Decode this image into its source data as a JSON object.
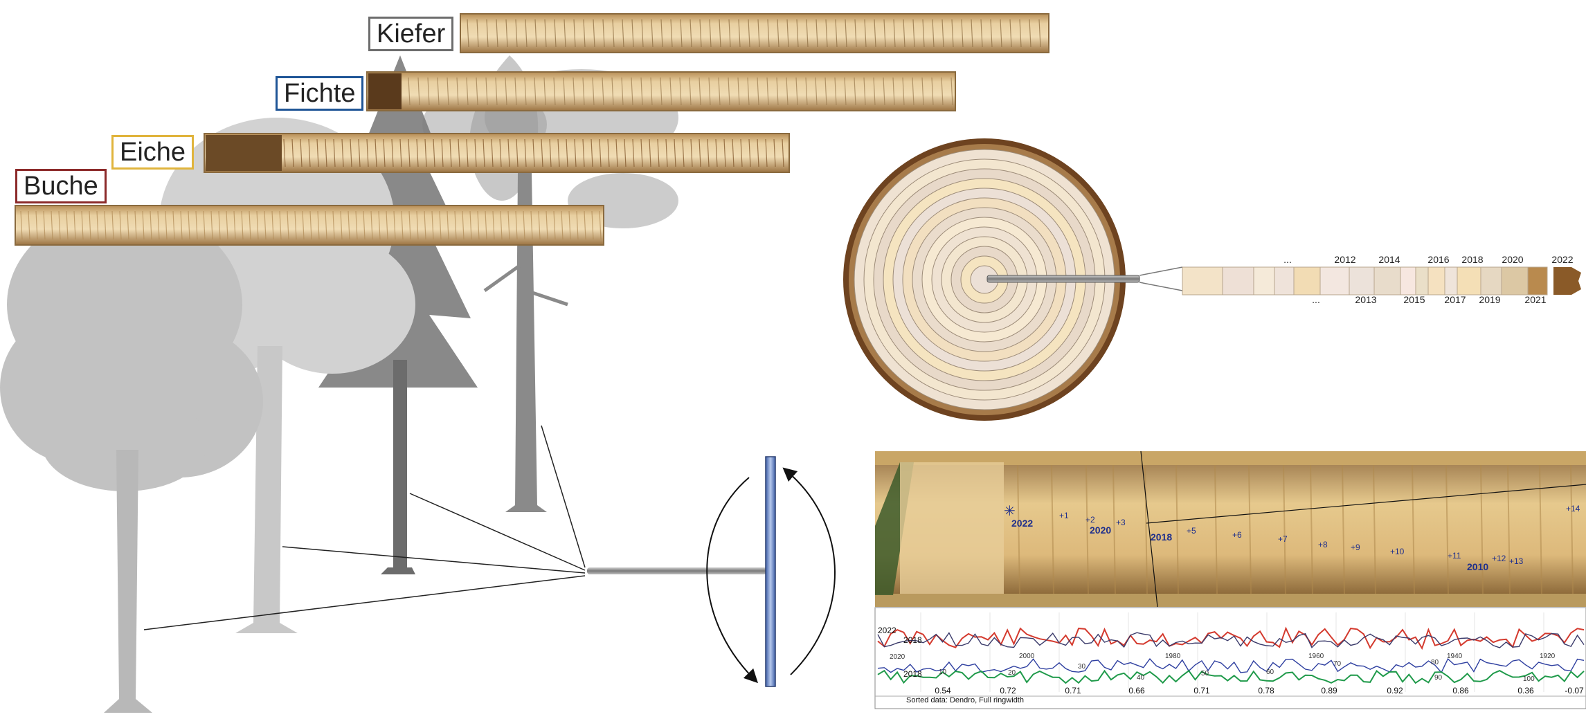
{
  "species_labels": [
    {
      "text": "Kiefer",
      "color": "#6d6d6d"
    },
    {
      "text": "Fichte",
      "color": "#1f5596"
    },
    {
      "text": "Eiche",
      "color": "#e0b43c"
    },
    {
      "text": "Buche",
      "color": "#8c2a2a"
    }
  ],
  "ring_strip": {
    "top_years": [
      "...",
      "2012",
      "2014",
      "2016",
      "2018",
      "2020",
      "2022"
    ],
    "bottom_years": [
      "...",
      "2013",
      "2015",
      "2017",
      "2019",
      "2021"
    ]
  },
  "measurement": {
    "year_marks": [
      "2022",
      "2020",
      "2018",
      "2010"
    ],
    "point_numbers": [
      "1",
      "2",
      "3",
      "5",
      "6",
      "7",
      "8",
      "9",
      "10",
      "11",
      "12",
      "13",
      "14"
    ]
  },
  "chart": {
    "series_labels": [
      "2022",
      "2018",
      "2020",
      "2018"
    ],
    "decade_labels_top": [
      "2000",
      "1980",
      "1960",
      "1940",
      "1920"
    ],
    "decade_labels_mid": [
      "10",
      "30",
      "50",
      "70",
      "80"
    ],
    "decade_labels_low": [
      "20",
      "40",
      "60",
      "90",
      "100"
    ],
    "index_values": [
      "0.54",
      "0.72",
      "0.71",
      "0.66",
      "0.71",
      "0.78",
      "0.89",
      "0.92",
      "0.86",
      "0.36",
      "-0.07"
    ],
    "footer": "Sorted data: Dendro, Full ringwidth",
    "colors": {
      "red": "#d43a2e",
      "dark": "#3a3a6a",
      "green": "#1f9a4a",
      "blue": "#2e3fa0"
    }
  }
}
